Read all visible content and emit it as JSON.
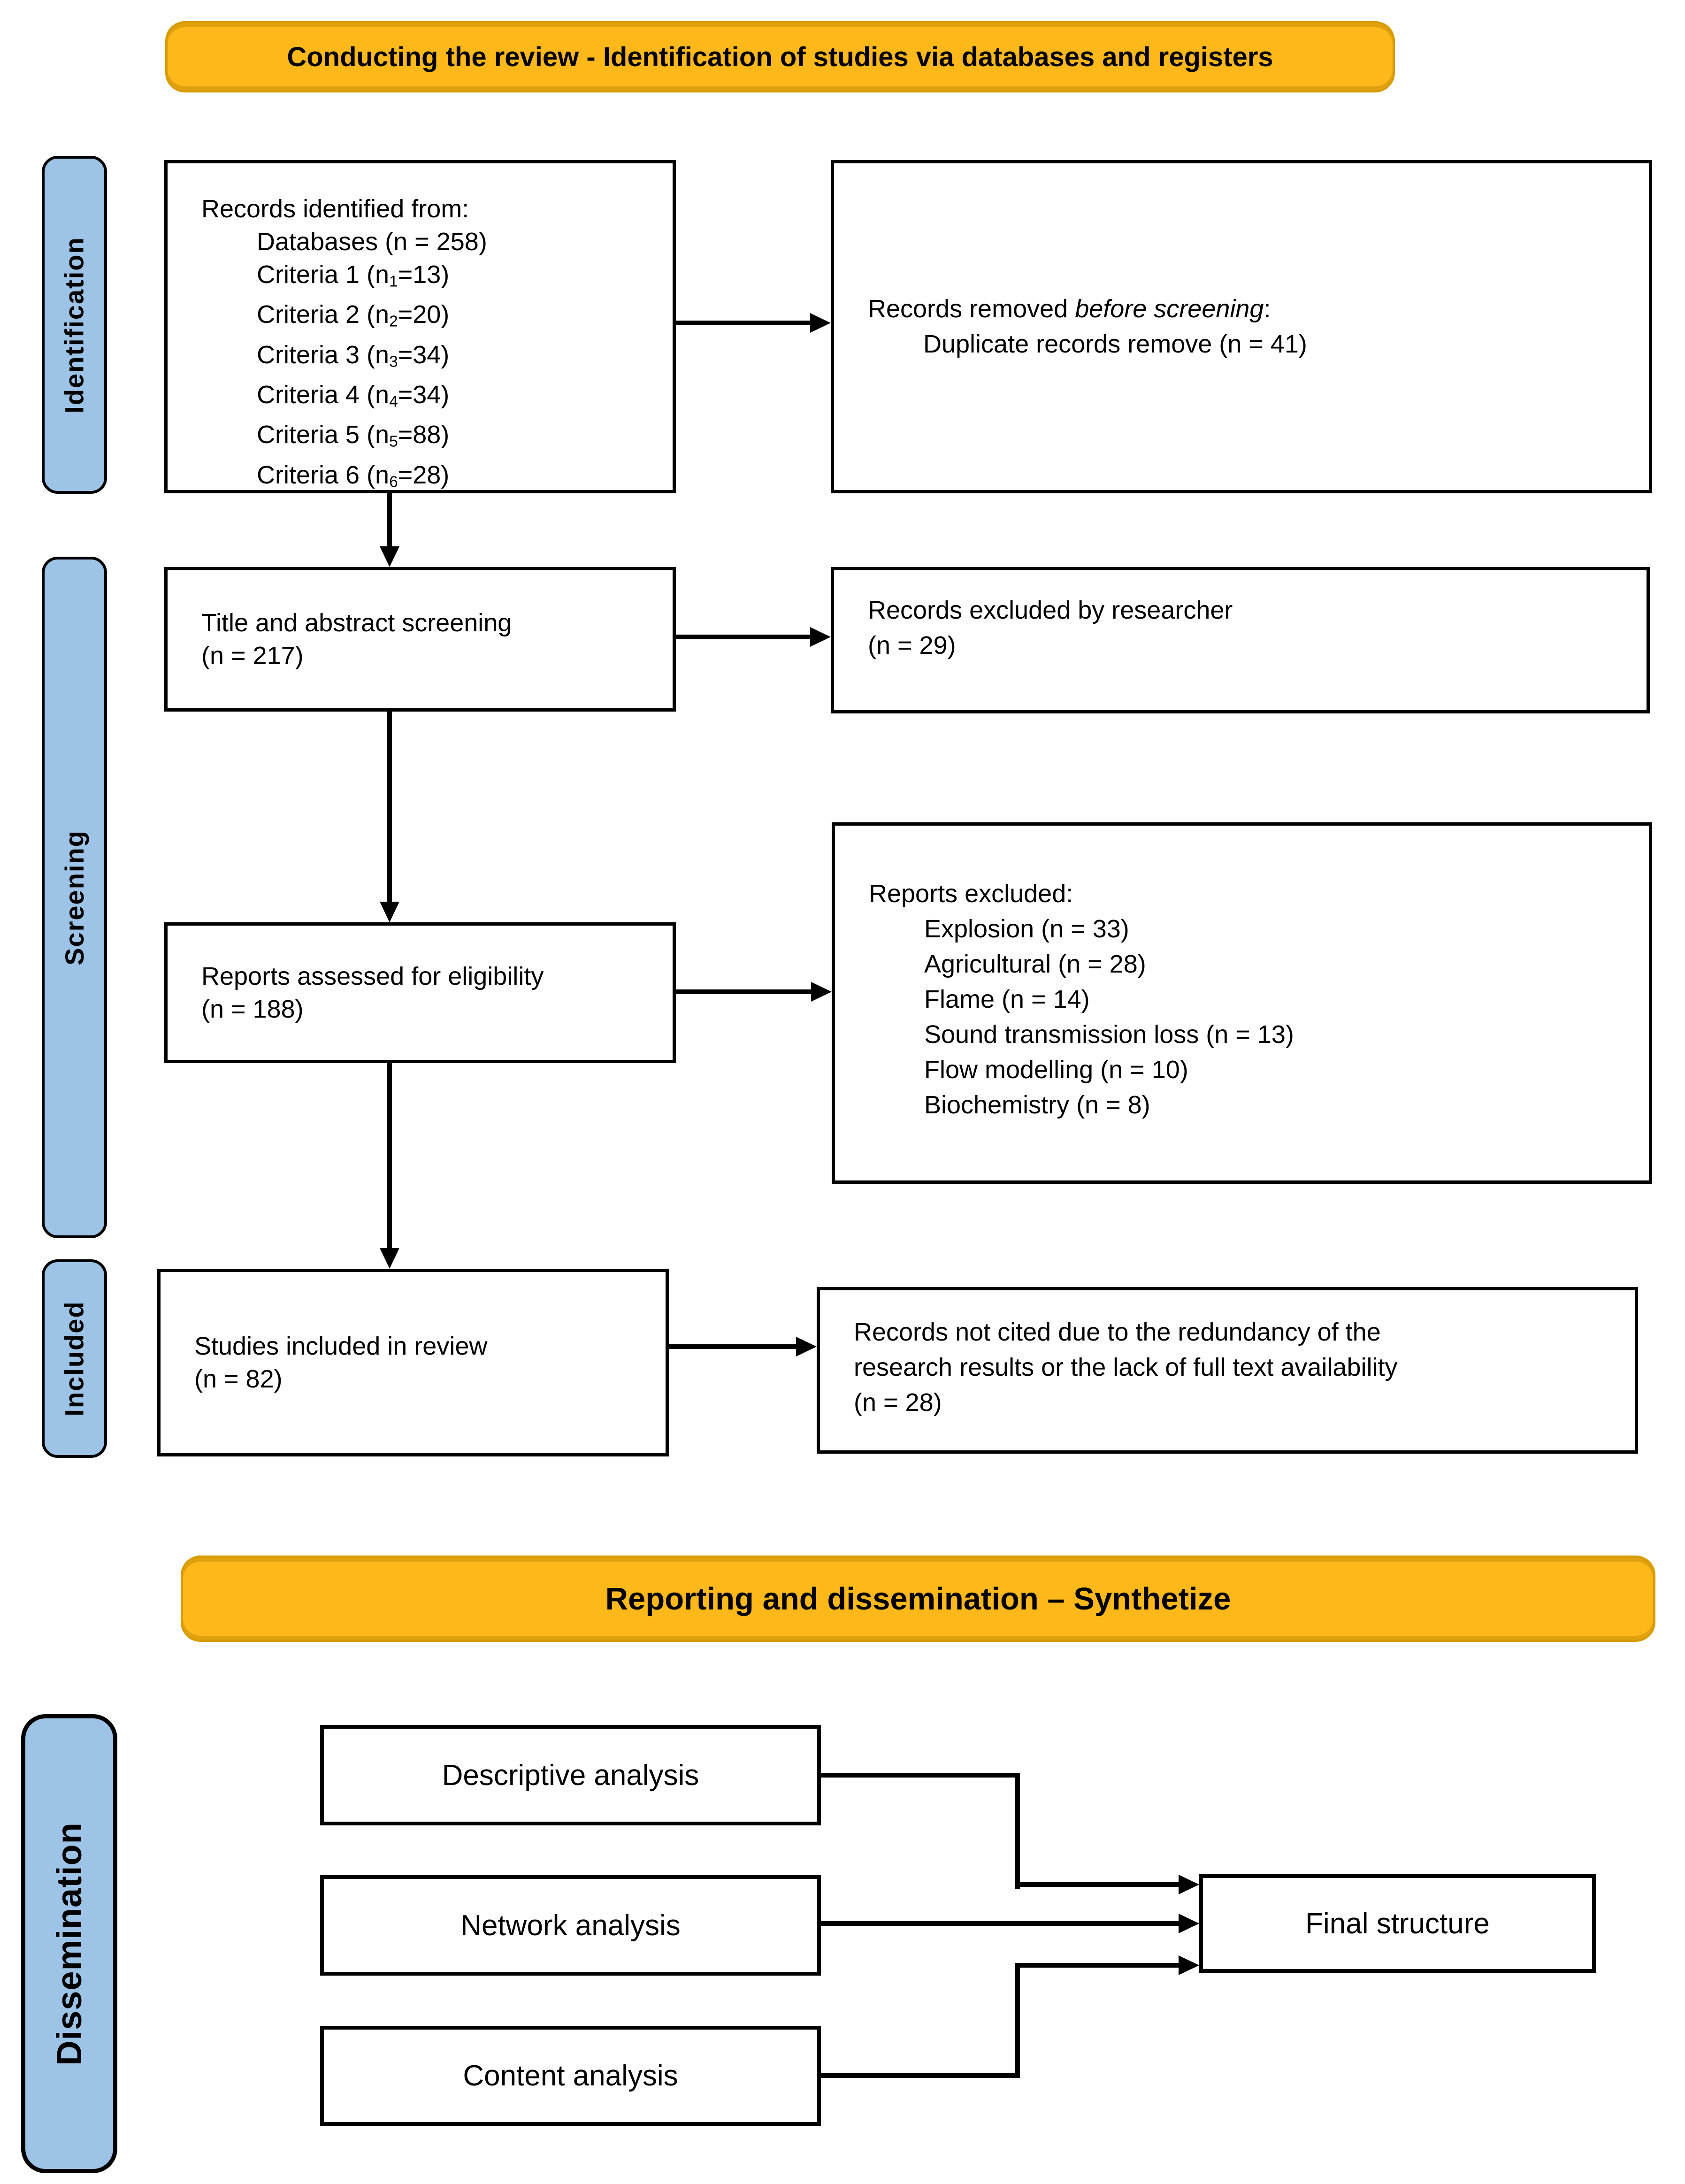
{
  "banners": {
    "top": "Conducting the review - Identification of studies via databases and registers",
    "bottom": "Reporting and dissemination – Synthetize"
  },
  "stages": {
    "identification": "Identification",
    "screening": "Screening",
    "included": "Included",
    "dissemination": "Dissemination"
  },
  "identified_box": {
    "title": "Records identified from:",
    "databases": "Databases (n = 258)",
    "criteria": [
      {
        "pre": "Criteria 1 (n",
        "sub": "1",
        "post": "=13)"
      },
      {
        "pre": "Criteria 2 (n",
        "sub": "2",
        "post": "=20)"
      },
      {
        "pre": "Criteria 3 (n",
        "sub": "3",
        "post": "=34)"
      },
      {
        "pre": "Criteria 4 (n",
        "sub": "4",
        "post": "=34)"
      },
      {
        "pre": "Criteria 5 (n",
        "sub": "5",
        "post": "=88)"
      },
      {
        "pre": "Criteria 6 (n",
        "sub": "6",
        "post": "=28)"
      }
    ]
  },
  "removed_box": {
    "line1_prefix": "Records removed ",
    "line1_italic": "before screening",
    "line1_suffix": ":",
    "line2": "Duplicate records remove (n = 41)"
  },
  "title_screening_box": {
    "line1": "Title and abstract screening",
    "line2": "(n = 217)"
  },
  "excluded_researcher_box": {
    "line1": "Records excluded by researcher",
    "line2": "(n = 29)"
  },
  "eligibility_box": {
    "line1": "Reports assessed for eligibility",
    "line2": "(n = 188)"
  },
  "reports_excluded_box": {
    "title": "Reports excluded:",
    "items": [
      "Explosion (n = 33)",
      "Agricultural (n = 28)",
      "Flame (n = 14)",
      "Sound transmission loss (n = 13)",
      "Flow modelling (n = 10)",
      "Biochemistry (n = 8)"
    ]
  },
  "included_box": {
    "line1": "Studies included in review",
    "line2": "(n = 82)"
  },
  "not_cited_box": {
    "line1": "Records not cited due to the redundancy of the",
    "line2": "research results or the lack of full text availability",
    "line3": "(n = 28)"
  },
  "dissemination_boxes": {
    "descriptive": "Descriptive analysis",
    "network": "Network analysis",
    "content": "Content analysis",
    "final": "Final structure"
  },
  "colors": {
    "banner_fill": "#FFB81A",
    "banner_border": "#D89B00",
    "stage_fill": "#9DC3E6",
    "line_color": "#000000"
  }
}
